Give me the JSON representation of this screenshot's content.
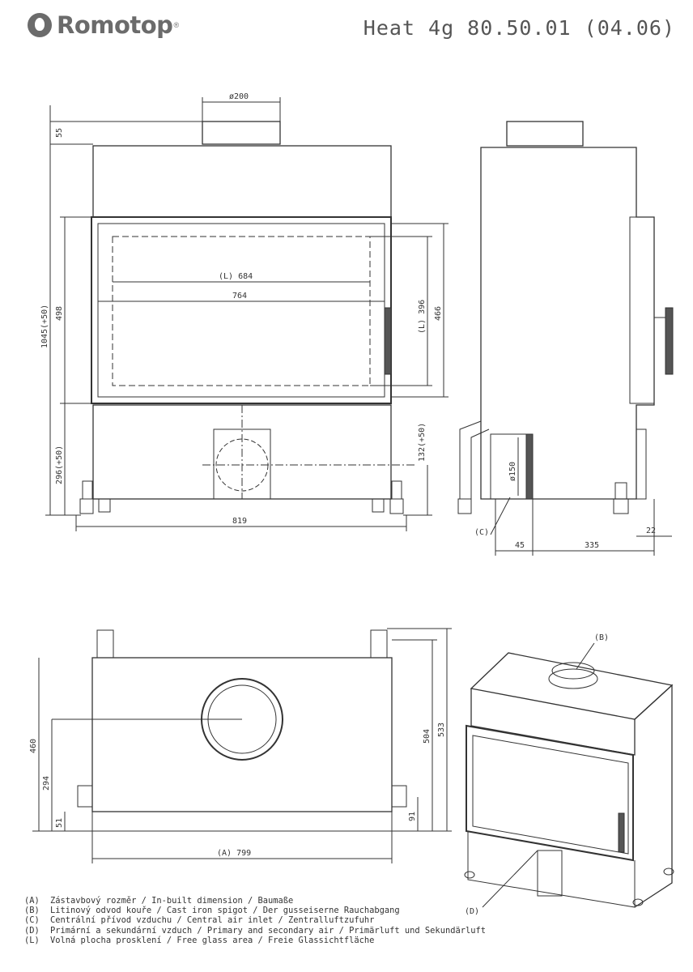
{
  "header": {
    "brand": "Romotop",
    "trademark": "®",
    "model": "Heat 4g 80.50.01 (04.06)"
  },
  "front_view": {
    "flue_diameter": "ø200",
    "top_offset": "55",
    "total_height": "1045(+50)",
    "door_height": "498",
    "base_height": "296(+50)",
    "inner_glass_width": "(L) 684",
    "door_width": "764",
    "glass_height": "(L) 396",
    "opening_height": "466",
    "air_inlet_height": "132(+50)",
    "total_width": "819"
  },
  "side_view": {
    "air_inlet_diameter": "ø150",
    "air_inlet_label": "(C)",
    "inlet_offset": "45",
    "depth": "335",
    "handle_depth": "22"
  },
  "top_view": {
    "depth_460": "460",
    "depth_294": "294",
    "depth_51": "51",
    "depth_504": "504",
    "depth_533": "533",
    "depth_91": "91",
    "width": "(A) 799"
  },
  "iso_view": {
    "label_b": "(B)",
    "label_d": "(D)"
  },
  "legend": [
    {
      "key": "(A)",
      "text": "Zástavbový rozměr / In-built dimension / Baumaße"
    },
    {
      "key": "(B)",
      "text": "Litinový odvod kouře / Cast iron spigot / Der gusseiserne Rauchabgang"
    },
    {
      "key": "(C)",
      "text": "Centrální přívod vzduchu / Central air inlet / Zentralluftzufuhr"
    },
    {
      "key": "(D)",
      "text": "Primární a sekundární vzduch / Primary and secondary air / Primärluft und Sekundärluft"
    },
    {
      "key": "(L)",
      "text": "Volná plocha prosklení / Free glass area / Freie Glassichtfläche"
    }
  ]
}
